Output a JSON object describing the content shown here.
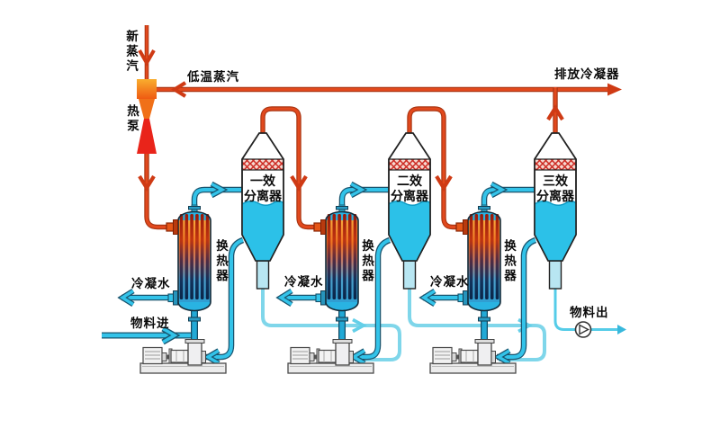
{
  "labels": {
    "new_steam": "新蒸汽",
    "heat_pump": "热泵",
    "low_temp_steam": "低温蒸汽",
    "discharge_condenser": "排放冷凝器",
    "feed_in": "物料进",
    "product_out": "物料出"
  },
  "separators": [
    {
      "line1": "一效",
      "line2": "分离器"
    },
    {
      "line1": "二效",
      "line2": "分离器"
    },
    {
      "line1": "三效",
      "line2": "分离器"
    }
  ],
  "exchangers": [
    {
      "label": "换热器"
    },
    {
      "label": "换热器"
    },
    {
      "label": "换热器"
    }
  ],
  "condensate_labels": [
    "冷凝水",
    "冷凝水",
    "冷凝水"
  ],
  "colors": {
    "steam_pipe": "#cf3c16",
    "hot_red": "#e9241a",
    "heatpump_orange": "#f59a30",
    "pipe_cyan": "#33c3e9",
    "pipe_cyan_dark": "#19546e",
    "pipe_cyan_light": "#7fd6ea",
    "liquid_blue": "#2cc1e8"
  }
}
